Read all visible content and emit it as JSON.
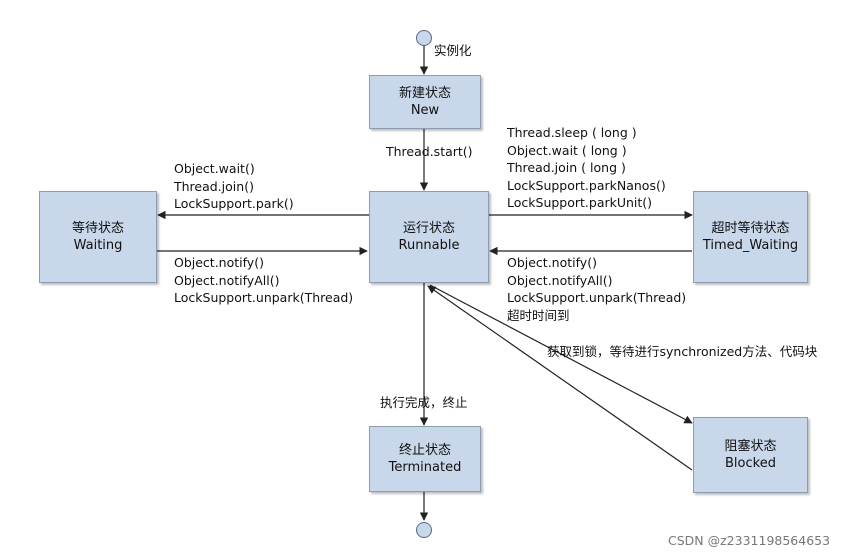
{
  "states": {
    "new": {
      "cn": "新建状态",
      "en": "New"
    },
    "runnable": {
      "cn": "运行状态",
      "en": "Runnable"
    },
    "waiting": {
      "cn": "等待状态",
      "en": "Waiting"
    },
    "timed_waiting": {
      "cn": "超时等待状态",
      "en": "Timed_Waiting"
    },
    "terminated": {
      "cn": "终止状态",
      "en": "Terminated"
    },
    "blocked": {
      "cn": "阻塞状态",
      "en": "Blocked"
    }
  },
  "transitions": {
    "instantiate": "实例化",
    "start": "Thread.start()",
    "to_waiting": [
      "Object.wait()",
      "Thread.join()",
      "LockSupport.park()"
    ],
    "from_waiting": [
      "Object.notify()",
      "Object.notifyAll()",
      "LockSupport.unpark(Thread)"
    ],
    "to_timed": [
      "Thread.sleep ( long )",
      "Object.wait ( long )",
      "Thread.join ( long )",
      "LockSupport.parkNanos()",
      "LockSupport.parkUnit()"
    ],
    "from_timed": [
      "Object.notify()",
      "Object.notifyAll()",
      "LockSupport.unpark(Thread)",
      "超时时间到"
    ],
    "blocked": "获取到锁，等待进行synchronized方法、代码块",
    "finish": "执行完成，终止"
  },
  "watermark": "CSDN @z2331198564653"
}
